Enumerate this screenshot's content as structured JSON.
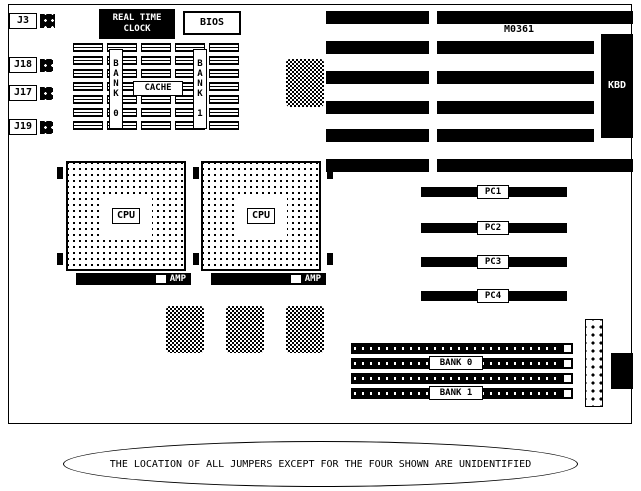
{
  "colors": {
    "foreground": "#000000",
    "background": "#ffffff"
  },
  "board": {
    "jumpers": [
      {
        "label": "J3"
      },
      {
        "label": "J18"
      },
      {
        "label": "J17"
      },
      {
        "label": "J19"
      }
    ],
    "rtc": {
      "line1": "REAL TIME",
      "line2": "CLOCK"
    },
    "bios_label": "BIOS",
    "cache_area": {
      "bank0": "BANK 0",
      "cache": "CACHE",
      "bank1": "BANK 1"
    },
    "cpu_sockets": [
      {
        "label": "CPU",
        "connector": "AMP"
      },
      {
        "label": "CPU",
        "connector": "AMP"
      }
    ],
    "chipset_label": "M0361",
    "keyboard_label": "KBD",
    "pc_slots": [
      {
        "label": "PC1"
      },
      {
        "label": "PC2"
      },
      {
        "label": "PC3"
      },
      {
        "label": "PC4"
      }
    ],
    "simm_banks": {
      "bank0": "BANK 0",
      "bank1": "BANK 1"
    }
  },
  "note_text": "THE LOCATION OF ALL JUMPERS EXCEPT FOR THE FOUR SHOWN ARE UNIDENTIFIED"
}
